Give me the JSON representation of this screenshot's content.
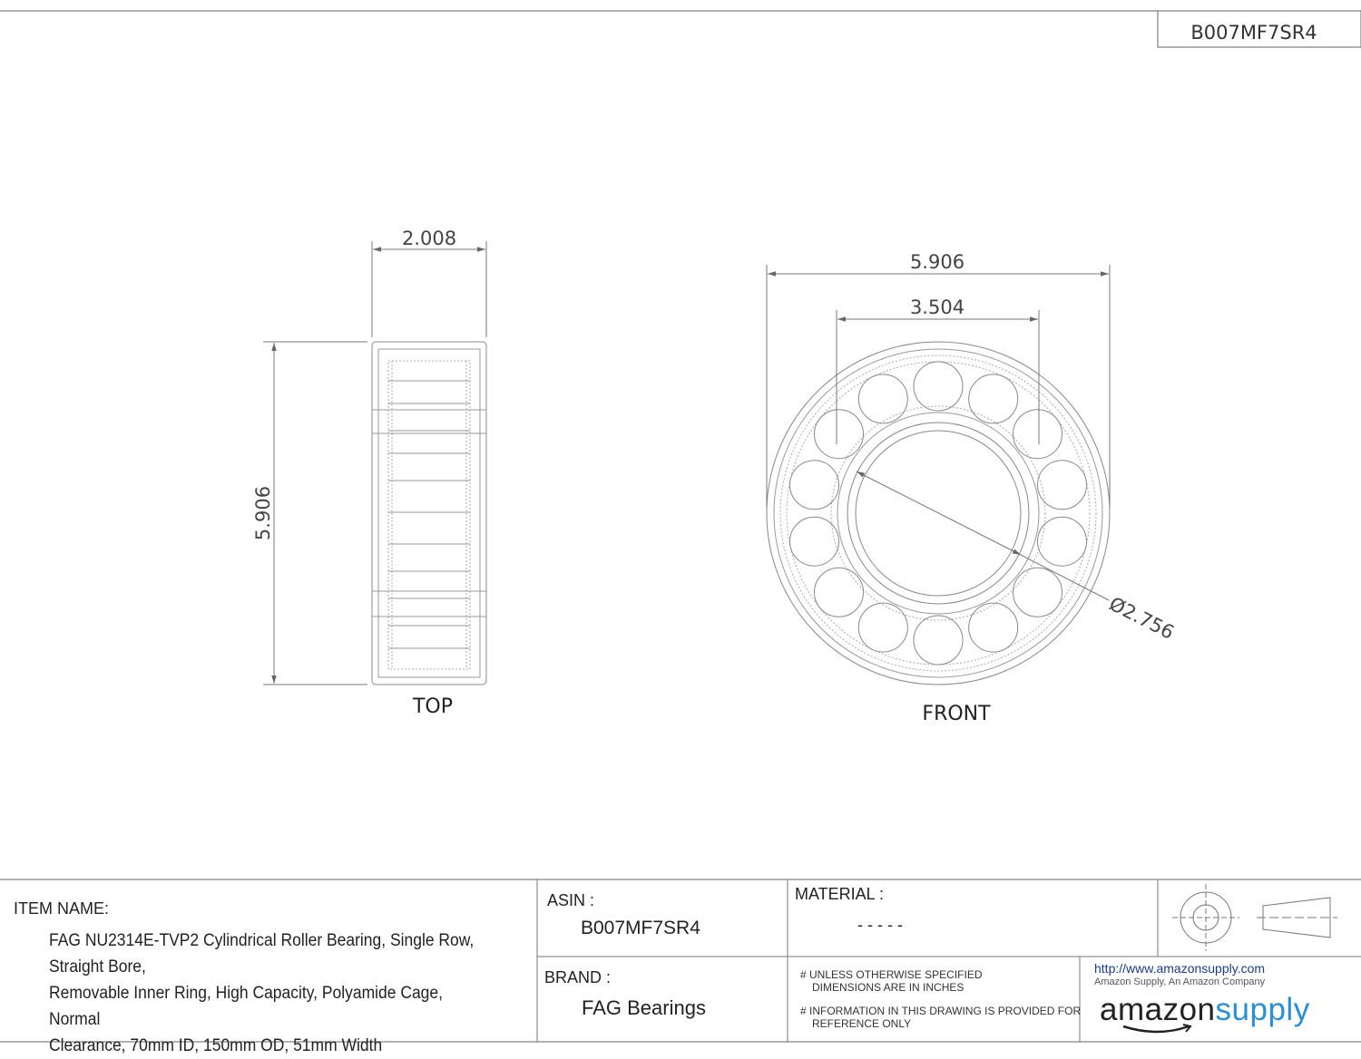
{
  "header": {
    "asin_box": "B007MF7SR4"
  },
  "views": {
    "top": {
      "label": "TOP",
      "width_dim": "2.008",
      "height_dim": "5.906"
    },
    "front": {
      "label": "FRONT",
      "outer_dim": "5.906",
      "pitch_dim": "3.504",
      "bore_dim": "Ø2.756"
    }
  },
  "title_block": {
    "item_name_label": "ITEM NAME:",
    "item_name_lines": [
      "FAG NU2314E-TVP2 Cylindrical Roller Bearing, Single Row, Straight Bore,",
      "Removable Inner Ring, High Capacity, Polyamide Cage, Normal",
      "Clearance, 70mm ID, 150mm OD, 51mm Width"
    ],
    "asin_label": "ASIN :",
    "asin_value": "B007MF7SR4",
    "brand_label": "BRAND :",
    "brand_value": "FAG Bearings",
    "material_label": "MATERIAL :",
    "material_value": "- - - - -",
    "note1_line1": "# UNLESS OTHERWISE SPECIFIED",
    "note1_line2": "DIMENSIONS ARE IN INCHES",
    "note2_line1": "# INFORMATION IN THIS DRAWING IS PROVIDED FOR",
    "note2_line2": "REFERENCE ONLY",
    "url": "http://www.amazonsupply.com",
    "company": "Amazon Supply, An Amazon Company",
    "logo_part1": "amazon",
    "logo_part2": "supply"
  }
}
